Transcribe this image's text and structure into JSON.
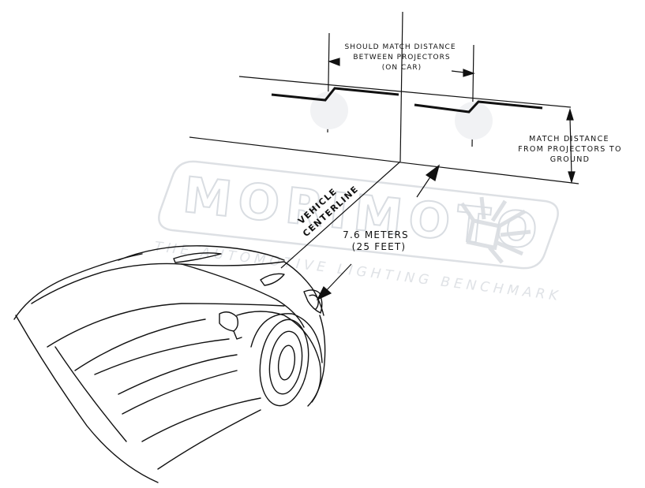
{
  "diagram": {
    "top_label": [
      "SHOULD MATCH DISTANCE",
      "BETWEEN PROJECTORS",
      "(ON CAR)"
    ],
    "right_label": [
      "MATCH DISTANCE",
      "FROM PROJECTORS TO",
      "GROUND"
    ],
    "centerline_label": [
      "VEHICLE",
      "CENTERLINE"
    ],
    "distance_label": [
      "7.6 METERS",
      "(25 FEET)"
    ]
  },
  "watermark": {
    "brand": "MORIMOTO",
    "tagline": "THE AUTOMOTIVE LIGHTING BENCHMARK"
  },
  "colors": {
    "ink": "#111111",
    "watermark": "#d9dde2",
    "background": "#ffffff"
  }
}
